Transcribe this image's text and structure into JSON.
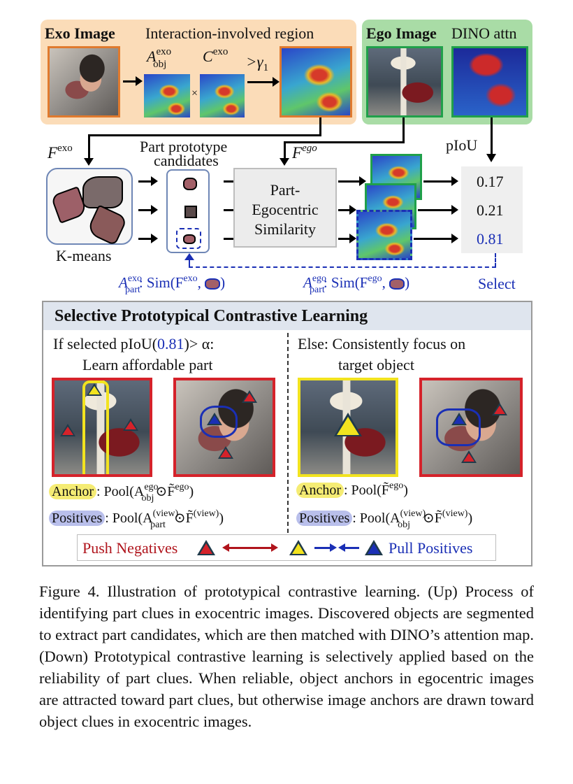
{
  "top": {
    "exo_title": "Exo Image",
    "interaction_label": "Interaction-involved region",
    "a_obj_exo": "A",
    "a_obj_exo_sup": "exo",
    "a_obj_exo_sub": "obj",
    "c_exo": "C",
    "c_exo_sup": "exo",
    "times": "×",
    "threshold": ">γ",
    "threshold_sub": "1",
    "ego_title": "Ego Image",
    "dino_label": "DINO attn"
  },
  "middle": {
    "f_exo": "F",
    "f_exo_sup": "exo",
    "f_ego": "F",
    "f_ego_sup": "ego",
    "candidates_label_1": "Part prototype",
    "candidates_label_2": "candidates",
    "kmeans_label": "K-means",
    "sim_line1": "Part-",
    "sim_line2": "Egocentric",
    "sim_line3": "Similarity",
    "piou_label": "pIoU",
    "piou_values": [
      "0.17",
      "0.21",
      "0.81"
    ],
    "a_part_exo": "A",
    "a_part_exo_sup": "exo",
    "a_part_exo_sub": "part",
    "a_part_exo_rest": ": Sim(F",
    "a_part_exo_rest_sup": "exo",
    "a_part_exo_close": ", ",
    "a_part_exo_end": ")",
    "a_part_ego": "A",
    "a_part_ego_sup": "ego",
    "a_part_ego_sub": "part",
    "a_part_ego_rest": ": Sim(F",
    "a_part_ego_rest_sup": "ego",
    "a_part_ego_close": ", ",
    "a_part_ego_end": ")",
    "select_label": "Select"
  },
  "lower": {
    "heading": "Selective Prototypical Contrastive Learning",
    "left_cond_1": "If selected pIoU(",
    "left_cond_val": "0.81",
    "left_cond_2": ")> α:",
    "left_cond_line2": "Learn affordable part",
    "right_cond_1": "Else: Consistently focus on",
    "right_cond_2": "target object",
    "anchor_word": "Anchor",
    "positives_word": "Positives",
    "left_anchor_formula": ": Pool(A",
    "left_anchor_sup": "ego",
    "left_anchor_sub": "obj",
    "left_anchor_tail": "⊙F̃",
    "left_anchor_tail_sup": "ego",
    "left_anchor_end": ")",
    "left_pos_formula": ": Pool(A",
    "left_pos_sup": "(view)",
    "left_pos_sub": "part",
    "left_pos_tail": "⊙F̃",
    "left_pos_tail_sup": "(view)",
    "left_pos_end": ")",
    "right_anchor_formula": ": Pool(F̃",
    "right_anchor_sup": "ego",
    "right_anchor_end": ")",
    "right_pos_formula": ": Pool(A",
    "right_pos_sup": "(view)",
    "right_pos_sub": "obj",
    "right_pos_tail": "⊙F̃",
    "right_pos_tail_sup": "(view)",
    "right_pos_end": ")",
    "legend_push": "Push Negatives",
    "legend_pull": "Pull Positives"
  },
  "colors": {
    "exo_panel": "#fbdcb8",
    "ego_panel": "#a9dca6",
    "blue_text": "#1a2fb5",
    "red_text": "#b0141c",
    "negative_triangle": "#d5222a",
    "anchor_triangle": "#f2e31f",
    "positive_triangle": "#1a2fb5"
  },
  "caption": "Figure 4. Illustration of prototypical contrastive learning. (Up) Process of identifying part clues in exocentric images. Discovered objects are segmented to extract part candidates, which are then matched with DINO’s attention map. (Down) Prototypical contrastive learning is selectively applied based on the reliability of part clues. When reliable, object anchors in egocentric images are attracted toward part clues, but otherwise image anchors are drawn toward object clues in exocentric images."
}
